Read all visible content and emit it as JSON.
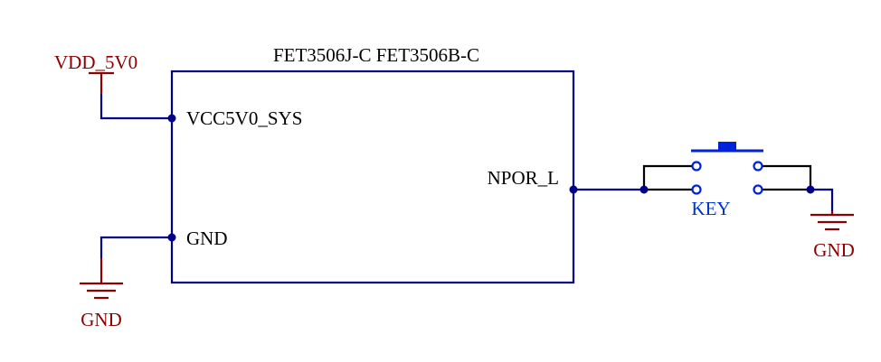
{
  "schematic": {
    "component": {
      "part_label": "FET3506J-C  FET3506B-C",
      "pins": {
        "power": "VCC5V0_SYS",
        "ground": "GND",
        "reset": "NPOR_L"
      }
    },
    "power_source": {
      "net": "VDD_5V0"
    },
    "left_ground": {
      "net": "GND"
    },
    "switch": {
      "designator": "KEY"
    },
    "right_ground": {
      "net": "GND"
    },
    "colors": {
      "wire": "#00008b",
      "power_symbol": "#8b0000",
      "switch": "#0022dd",
      "text": "#000000"
    }
  }
}
